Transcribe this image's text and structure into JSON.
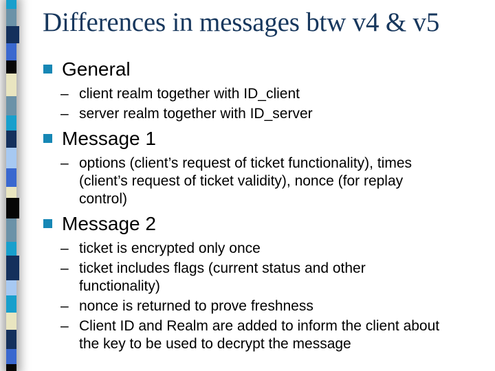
{
  "slide": {
    "title": "Differences in messages btw v4 & v5",
    "bullet_marker": "–",
    "colors": {
      "background": "#ffffff",
      "title_text": "#17375d",
      "body_text": "#000000",
      "bullet_square": "#1687b5"
    },
    "sections": [
      {
        "heading": "General",
        "bullets": [
          {
            "text": "client realm together with ID_client"
          },
          {
            "text": "server realm together with ID_server"
          }
        ]
      },
      {
        "heading": "Message 1",
        "bullets": [
          {
            "text": "options (client’s request of ticket functionality), times (client’s request of ticket validity), nonce (for replay control)"
          }
        ]
      },
      {
        "heading": "Message 2",
        "bullets": [
          {
            "text": "ticket is encrypted only once"
          },
          {
            "text": "ticket includes flags (current status and other functionality)"
          },
          {
            "text": "nonce is returned to prove freshness"
          },
          {
            "text": "Client ID and Realm are added to inform the client about the key to be used to decrypt the message"
          }
        ]
      }
    ],
    "left_strip": {
      "blocks": [
        {
          "color": "#189fcc",
          "height": 13
        },
        {
          "color": "#6b92a8",
          "height": 25
        },
        {
          "color": "#14305c",
          "height": 25,
          "wide": true
        },
        {
          "color": "#3a68cf",
          "height": 25
        },
        {
          "color": "#060606",
          "height": 19
        },
        {
          "color": "#e9e5c0",
          "height": 33
        },
        {
          "color": "#6b92a8",
          "height": 28
        },
        {
          "color": "#189fcc",
          "height": 22
        },
        {
          "color": "#14305c",
          "height": 25
        },
        {
          "color": "#a7c9f2",
          "height": 30
        },
        {
          "color": "#3a68cf",
          "height": 27
        },
        {
          "color": "#e9e5c0",
          "height": 16
        },
        {
          "color": "#060606",
          "height": 30,
          "wide": true
        },
        {
          "color": "#6b92a8",
          "height": 34
        },
        {
          "color": "#189fcc",
          "height": 20
        },
        {
          "color": "#14305c",
          "height": 36,
          "wide": true
        },
        {
          "color": "#a7c9f2",
          "height": 22
        },
        {
          "color": "#189fcc",
          "height": 25
        },
        {
          "color": "#e9e5c0",
          "height": 25
        },
        {
          "color": "#14305c",
          "height": 28
        },
        {
          "color": "#3a68cf",
          "height": 22
        },
        {
          "color": "#060606",
          "height": 10
        }
      ]
    }
  }
}
